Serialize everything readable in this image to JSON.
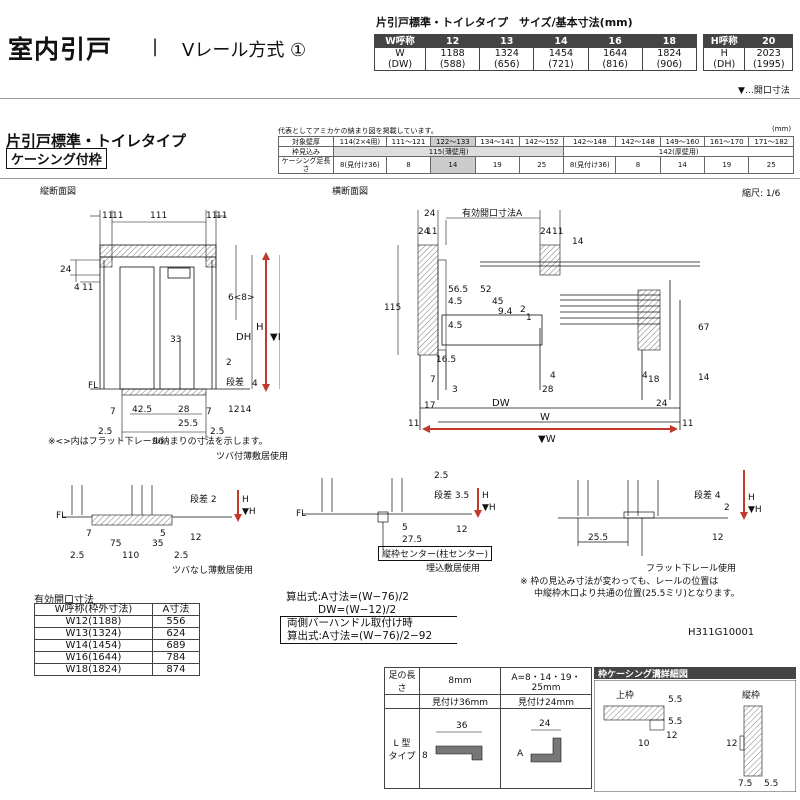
{
  "header": {
    "title": "室内引戸",
    "separator": "|",
    "subtitle": "Vレール方式 ①",
    "size_table_title": "片引戸標準・トイレタイプ　サイズ/基本寸法(mm)"
  },
  "w_table": {
    "header_label": "W呼称",
    "codes": [
      "12",
      "13",
      "14",
      "16",
      "18"
    ],
    "row_label_1": "W",
    "row_label_2": "(DW)",
    "w_values": [
      "1188",
      "1324",
      "1454",
      "1644",
      "1824"
    ],
    "dw_values": [
      "(588)",
      "(656)",
      "(721)",
      "(816)",
      "(906)"
    ]
  },
  "h_table": {
    "header_label": "H呼称",
    "code": "20",
    "row_label_1": "H",
    "row_label_2": "(DH)",
    "h_value": "2023",
    "dh_value": "(1995)"
  },
  "opening_note": "▼…開口寸法",
  "section": {
    "title": "片引戸標準・トイレタイプ",
    "badge": "ケーシング付枠",
    "mini_unit": "(mm)",
    "mini_note": "代表としてアミカケの納まり図を掲載しています。",
    "mini_rows": [
      [
        "対象壁厚",
        "114(2×4用)",
        "111〜121",
        "122〜133",
        "134〜141",
        "142〜152",
        "142〜148",
        "142〜148",
        "149〜160",
        "161〜170",
        "171〜182"
      ],
      [
        "枠見込み",
        "115(薄壁用)",
        "142(厚壁用)"
      ],
      [
        "ケーシング足長さ",
        "8(見付け36)",
        "8",
        "14",
        "19",
        "25",
        "8(見付け36)",
        "8",
        "14",
        "19",
        "25"
      ]
    ]
  },
  "drawings": {
    "vertical_label": "縦断面図",
    "horizontal_label": "横断面図",
    "scale": "縮尺: 1/6",
    "v_dims": {
      "top_11a": "11",
      "top_11b": "11",
      "top_111": "111",
      "top_11c": "11",
      "top_11d": "11",
      "left_24": "24",
      "left_4": "4",
      "left_11": "11",
      "d_6_8": "6<8>",
      "d_DH": "DH",
      "d_H": "H",
      "d_H_arrow": "▼H",
      "d_33": "33",
      "d_2": "2",
      "d_step": "段差",
      "d_4": "4",
      "d_FL": "FL",
      "b_7a": "7",
      "b_7b": "7",
      "b_42_5": "42.5",
      "b_28": "28",
      "b_25_5": "25.5",
      "b_96": "96",
      "b_2_5a": "2.5",
      "b_2_5b": "2.5",
      "b_12": "12",
      "b_14": "14"
    },
    "v_note": "※<>内はフラット下レール納まりの寸法を示します。",
    "h_dims": {
      "eff_label": "有効開口寸法A",
      "t24a": "24",
      "t11a": "11",
      "t24b": "24",
      "t11b": "11",
      "t24c": "24",
      "t14": "14",
      "d115": "115",
      "d56_5": "56.5",
      "d52": "52",
      "d45": "45",
      "d9_4": "9.4",
      "d4_5a": "4.5",
      "d4_5b": "4.5",
      "d2": "2",
      "d1": "1",
      "d16_5": "16.5",
      "d7": "7",
      "d3": "3",
      "d17": "17",
      "d28": "28",
      "d4a": "4",
      "d4b": "4",
      "d18": "18",
      "d67": "67",
      "d14": "14",
      "d24": "24",
      "DW": "DW",
      "W": "W",
      "W_arrow": "▼W",
      "d11a": "11",
      "d11b": "11"
    }
  },
  "details": {
    "d1_label": "ツバ付薄敷居使用",
    "d1_step": "段差 2",
    "d1_dims": [
      "7",
      "75",
      "110",
      "2.5",
      "35",
      "2.5",
      "5",
      "12",
      "H",
      "▼H",
      "FL"
    ],
    "d1_caption": "ツバなし薄敷居使用",
    "d2_dims": [
      "段差 3.5",
      "2.5",
      "27.5",
      "5",
      "12",
      "H",
      "▼H",
      "FL"
    ],
    "d2_center": "縦枠センター(柱センター)",
    "d2_caption": "埋込敷居使用",
    "d3_step": "段差 4",
    "d3_dims": [
      "25.5",
      "12",
      "2",
      "H",
      "▼H"
    ],
    "d3_caption": "フラット下レール使用",
    "d3_note_1": "※ 枠の見込み寸法が変わっても、レールの位置は",
    "d3_note_2": "中縦枠木口より共通の位置(25.5ミリ)となります。"
  },
  "a_table": {
    "title": "有効開口寸法",
    "head": [
      "W呼称(枠外寸法)",
      "A寸法"
    ],
    "rows": [
      [
        "W12(1188)",
        "556"
      ],
      [
        "W13(1324)",
        "624"
      ],
      [
        "W14(1454)",
        "689"
      ],
      [
        "W16(1644)",
        "784"
      ],
      [
        "W18(1824)",
        "874"
      ]
    ]
  },
  "formulas": {
    "l1": "算出式:A寸法=(W−76)/2",
    "l2": "DW=(W−12)/2",
    "l3": "両側バーハンドル取付け時",
    "l4": "算出式:A寸法=(W−76)/2−92"
  },
  "code": "H311G10001",
  "bottom": {
    "label_length": "足の長さ",
    "col_8": "8mm",
    "col_multi": "A=8・14・19・25mm",
    "sub_36": "見付け36mm",
    "sub_24": "見付け24mm",
    "l_type": "L 型\nタイプ",
    "dim_36": "36",
    "dim_8": "8",
    "dim_24": "24",
    "dim_A": "A",
    "casing_title": "枠ケーシング溝詳細図",
    "upper": "上枠",
    "vertical": "縦枠",
    "c_dims": [
      "5.5",
      "5.5",
      "10",
      "12",
      "7.5",
      "5.5",
      "12"
    ]
  }
}
